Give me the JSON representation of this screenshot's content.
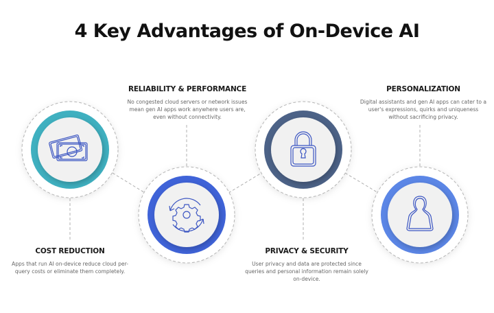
{
  "title": "4 Key Advantages of On-Device AI",
  "colors": {
    "cost_ring": "#3fb0c0",
    "reliability_ring": "#3f63d8",
    "privacy_ring": "#4c6287",
    "personalization_ring": "#5b86e6",
    "icon_stroke": "#3b55c2",
    "connector": "#b0b0b0",
    "disc_fill": "#f1f1f1"
  },
  "advantages": [
    {
      "id": "cost",
      "heading": "COST REDUCTION",
      "description": "Apps that run AI on-device reduce cloud per-query costs or eliminate them completely.",
      "icon": "money-bills-icon"
    },
    {
      "id": "reliability",
      "heading": "RELIABILITY & PERFORMANCE",
      "description": "No congested cloud servers or network issues mean gen AI apps work anywhere users are, even without connectivity.",
      "icon": "gear-refresh-icon"
    },
    {
      "id": "privacy",
      "heading": "PRIVACY & SECURITY",
      "description": "User privacy and data are protected since queries and personal information remain solely on-device.",
      "icon": "padlock-icon"
    },
    {
      "id": "personalization",
      "heading": "PERSONALIZATION",
      "description": "Digital assistants and gen AI apps can cater to a user's expressions, quirks and uniqueness without sacrificing privacy.",
      "icon": "user-silhouette-icon"
    }
  ]
}
